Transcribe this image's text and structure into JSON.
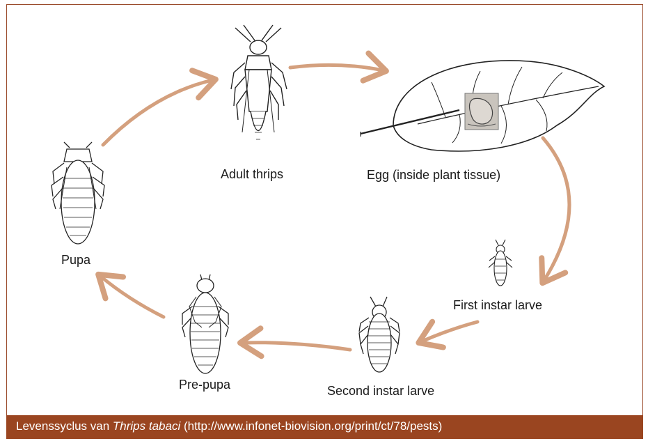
{
  "diagram": {
    "stages": [
      {
        "id": "adult",
        "label": "Adult thrips"
      },
      {
        "id": "egg",
        "label": "Egg (inside plant tissue)"
      },
      {
        "id": "first",
        "label": "First instar larve"
      },
      {
        "id": "second",
        "label": "Second instar larve"
      },
      {
        "id": "prepupa",
        "label": "Pre-pupa"
      },
      {
        "id": "pupa",
        "label": "Pupa"
      }
    ],
    "arrow_color": "#d4a07e"
  },
  "caption": {
    "prefix": "Levenssyclus van ",
    "species": "Thrips tabaci",
    "suffix": " (http://www.infonet-biovision.org/print/ct/78/pests)"
  },
  "colors": {
    "accent": "#9a4520"
  }
}
